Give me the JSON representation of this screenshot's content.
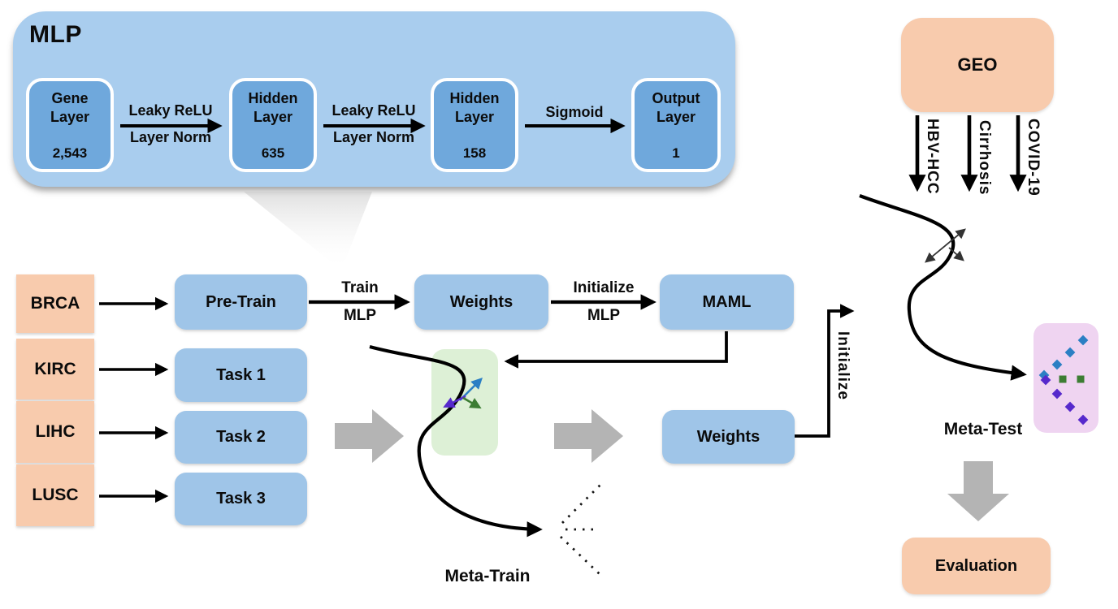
{
  "colors": {
    "panel_blue": "#a9cdee",
    "layer_blue": "#6fa8dc",
    "flow_blue": "#9fc5e8",
    "peach": "#f8cbad",
    "green_panel": "#ddf0d6",
    "pink_panel": "#efd4f1",
    "gray_arrow": "#b4b4b4",
    "scatter_blue": "#2b7fc4",
    "scatter_purple": "#5629cc",
    "scatter_green": "#3c7d33"
  },
  "mlp": {
    "title": "MLP",
    "layers": [
      {
        "l1": "Gene",
        "l2": "Layer",
        "value": "2,543"
      },
      {
        "l1": "Hidden",
        "l2": "Layer",
        "value": "635"
      },
      {
        "l1": "Hidden",
        "l2": "Layer",
        "value": "158"
      },
      {
        "l1": "Output",
        "l2": "Layer",
        "value": "1"
      }
    ],
    "connections": [
      {
        "top": "Leaky ReLU",
        "bottom": "Layer Norm"
      },
      {
        "top": "Leaky ReLU",
        "bottom": "Layer Norm"
      },
      {
        "top": "Sigmoid",
        "bottom": ""
      }
    ]
  },
  "datasets": [
    "BRCA",
    "KIRC",
    "LIHC",
    "LUSC"
  ],
  "flow": {
    "pretrain": "Pre-Train",
    "tasks": [
      "Task 1",
      "Task 2",
      "Task 3"
    ],
    "train_arrow": {
      "top": "Train",
      "bottom": "MLP"
    },
    "weights1": "Weights",
    "init_arrow": {
      "top": "Initialize",
      "bottom": "MLP"
    },
    "maml": "MAML",
    "weights2": "Weights",
    "initialize_vertical": "Initialize"
  },
  "meta": {
    "train_label": "Meta-Train",
    "test_label": "Meta-Test"
  },
  "geo": {
    "title": "GEO",
    "streams": [
      "HBV-HCC",
      "Cirrhosis",
      "COVID-19"
    ]
  },
  "evaluation": {
    "label": "Evaluation"
  }
}
